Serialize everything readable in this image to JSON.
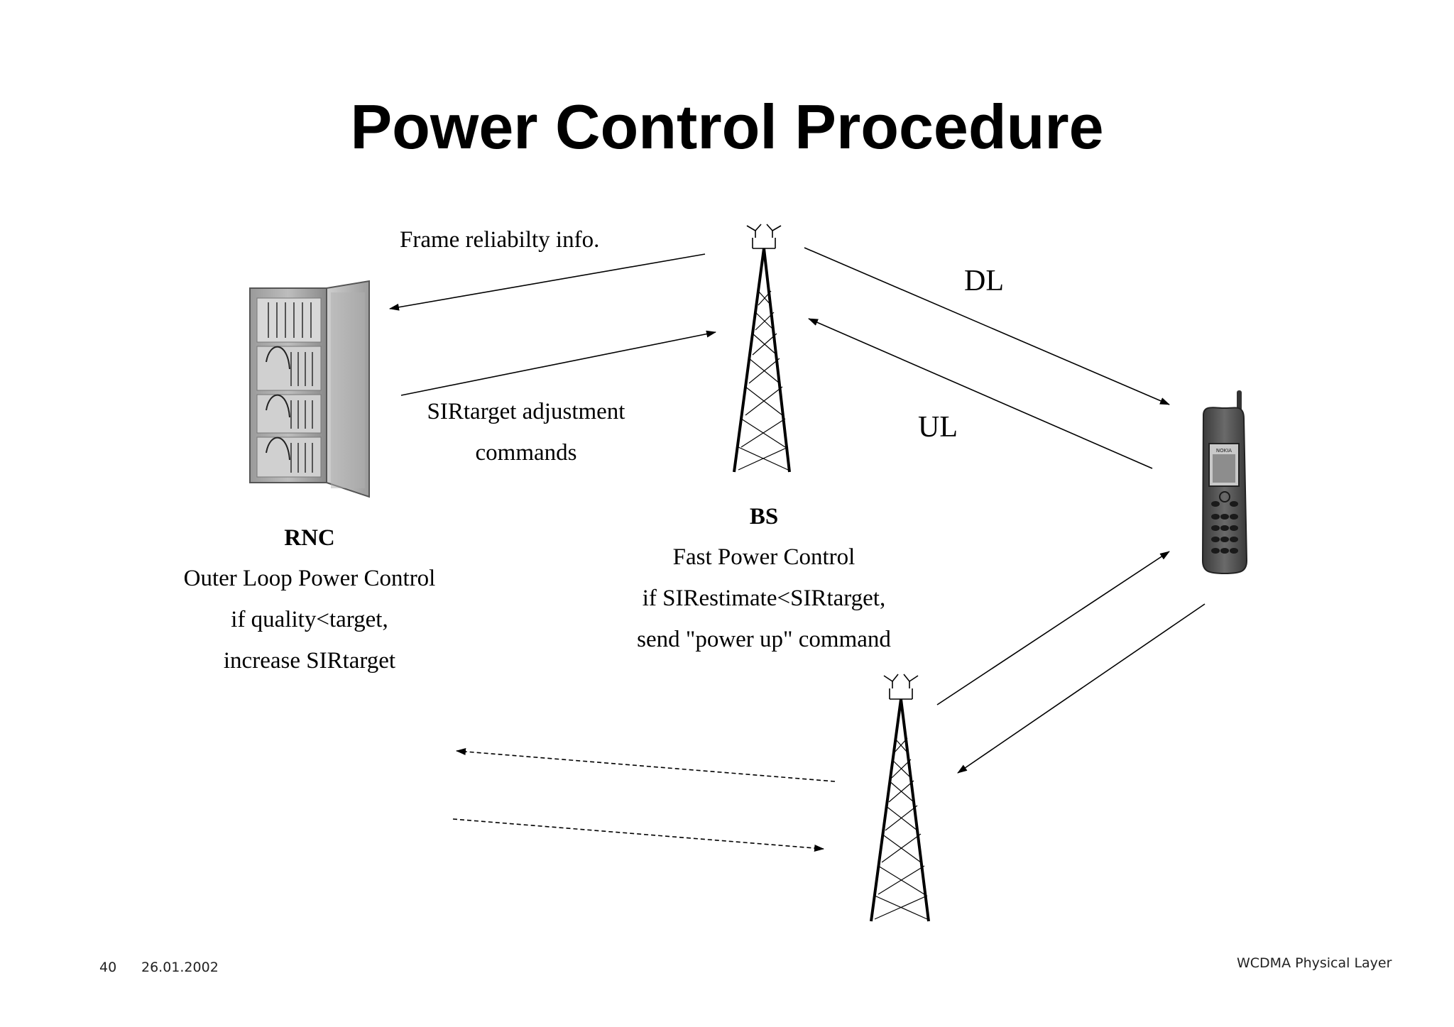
{
  "title": "Power Control Procedure",
  "labels": {
    "frame_info": "Frame reliabilty info.",
    "sir_adjust_line1": "SIRtarget adjustment",
    "sir_adjust_line2": "commands",
    "dl": "DL",
    "ul": "UL"
  },
  "rnc": {
    "name": "RNC",
    "line1": "Outer Loop Power Control",
    "line2": "if quality<target,",
    "line3": "increase SIRtarget"
  },
  "bs": {
    "name": "BS",
    "line1": "Fast Power Control",
    "line2": "if SIRestimate<SIRtarget,",
    "line3": "send \"power up\" command"
  },
  "footer": {
    "page": "40",
    "date": "26.01.2002",
    "doc": "WCDMA Physical Layer"
  },
  "icons": [
    "rnc-cabinet-icon",
    "base-station-tower-icon",
    "mobile-phone-icon"
  ],
  "phone_brand": "NOKIA"
}
